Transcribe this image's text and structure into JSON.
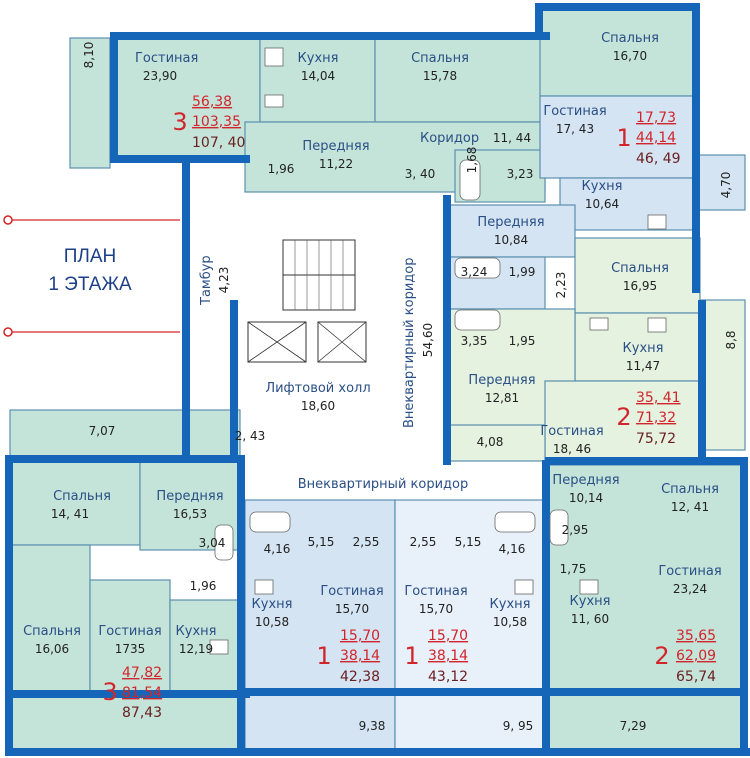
{
  "plan_title": [
    "ПЛАН",
    "1 ЭТАЖА"
  ],
  "colors": {
    "wall": "#1565b8",
    "green": "#c5e4d9",
    "blue": "#d4e4f3",
    "lightgreen": "#e4f2df",
    "corridor": "#ffffff",
    "accent": "#d2252b"
  },
  "rooms": [
    {
      "id": "a1-gost",
      "name": "Гостиная",
      "area": "23,90"
    },
    {
      "id": "a1-kuh",
      "name": "Кухня",
      "area": "14,04"
    },
    {
      "id": "a1-spal1",
      "name": "Спальня",
      "area": "15,78"
    },
    {
      "id": "a1-spal2",
      "name": "Спальня",
      "area": "16,70"
    },
    {
      "id": "a1-pered",
      "name": "Передняя",
      "area": "11,22"
    },
    {
      "id": "a1-kor",
      "name": "Коридор",
      "area": "11, 44"
    },
    {
      "id": "a2-gost",
      "name": "Гостиная",
      "area": "17, 43"
    },
    {
      "id": "a2-kuh",
      "name": "Кухня",
      "area": "10,64"
    },
    {
      "id": "a2-pered",
      "name": "Передняя",
      "area": "10,84"
    },
    {
      "id": "a3-spal",
      "name": "Спальня",
      "area": "16,95"
    },
    {
      "id": "a3-kuh",
      "name": "Кухня",
      "area": "11,47"
    },
    {
      "id": "a3-pered",
      "name": "Передняя",
      "area": "12,81"
    },
    {
      "id": "a3-gost",
      "name": "Гостиная",
      "area": "18, 46"
    },
    {
      "id": "tambur",
      "name": "Тамбур",
      "area": "4,23"
    },
    {
      "id": "lift",
      "name": "Лифтовой холл",
      "area": "18,60"
    },
    {
      "id": "vk-vert",
      "name": "Внеквартирный коридор",
      "area": "54,60"
    },
    {
      "id": "vk-horiz",
      "name": "Внеквартирный коридор",
      "area": ""
    },
    {
      "id": "a4-spal1",
      "name": "Спальня",
      "area": "14, 41"
    },
    {
      "id": "a4-pered",
      "name": "Передняя",
      "area": "16,53"
    },
    {
      "id": "a4-spal2",
      "name": "Спальня",
      "area": "16,06"
    },
    {
      "id": "a4-gost",
      "name": "Гостиная",
      "area": "1735"
    },
    {
      "id": "a4-kuh",
      "name": "Кухня",
      "area": "12,19"
    },
    {
      "id": "a5-kuh",
      "name": "Кухня",
      "area": "10,58"
    },
    {
      "id": "a5-gost",
      "name": "Гостиная",
      "area": "15,70"
    },
    {
      "id": "a6-gost",
      "name": "Гостиная",
      "area": "15,70"
    },
    {
      "id": "a6-kuh",
      "name": "Кухня",
      "area": "10,58"
    },
    {
      "id": "a7-pered",
      "name": "Передняя",
      "area": "10,14"
    },
    {
      "id": "a7-kuh",
      "name": "Кухня",
      "area": "11, 60"
    },
    {
      "id": "a7-spal",
      "name": "Спальня",
      "area": "12, 41"
    },
    {
      "id": "a7-gost",
      "name": "Гостиная",
      "area": "23,24"
    }
  ],
  "small_areas": [
    {
      "id": "balc-a1",
      "value": "8,10"
    },
    {
      "id": "wc-a1",
      "value": "1,96"
    },
    {
      "id": "bath-a1a",
      "value": "3, 40"
    },
    {
      "id": "hall-a1",
      "value": "1,68"
    },
    {
      "id": "bath-a1b",
      "value": "3,23"
    },
    {
      "id": "balc-a2",
      "value": "4,70"
    },
    {
      "id": "bath-a2",
      "value": "3,24"
    },
    {
      "id": "wc-a2",
      "value": "1,99"
    },
    {
      "id": "col-a2",
      "value": "2,23"
    },
    {
      "id": "bath-a3",
      "value": "3,35"
    },
    {
      "id": "wc-a3",
      "value": "1,95"
    },
    {
      "id": "balc-a3",
      "value": "8,8"
    },
    {
      "id": "stor-a3",
      "value": "4,08"
    },
    {
      "id": "stor-lift",
      "value": "2, 43"
    },
    {
      "id": "balc-a4",
      "value": "7,07"
    },
    {
      "id": "bath-a4",
      "value": "3,04"
    },
    {
      "id": "wc-a4",
      "value": "1,96"
    },
    {
      "id": "bath-a5",
      "value": "4,16"
    },
    {
      "id": "hall-a5",
      "value": "5,15"
    },
    {
      "id": "wc-a5",
      "value": "2,55"
    },
    {
      "id": "wc-a6",
      "value": "2,55"
    },
    {
      "id": "hall-a6",
      "value": "5,15"
    },
    {
      "id": "bath-a6",
      "value": "4,16"
    },
    {
      "id": "bath-a7",
      "value": "2,95"
    },
    {
      "id": "wc-a7",
      "value": "1,75"
    },
    {
      "id": "balc-a5",
      "value": "9,38"
    },
    {
      "id": "balc-a6",
      "value": "9, 95"
    },
    {
      "id": "balc-a7",
      "value": "7,29"
    }
  ],
  "apartments": [
    {
      "id": "apt-1",
      "rooms": "3",
      "living": "56,38",
      "total": "103,35",
      "total_balc": "107, 40"
    },
    {
      "id": "apt-2",
      "rooms": "1",
      "living": "17,73",
      "total": "44,14",
      "total_balc": "46, 49"
    },
    {
      "id": "apt-3",
      "rooms": "2",
      "living": "35, 41",
      "total": "71,32",
      "total_balc": "75,72"
    },
    {
      "id": "apt-4",
      "rooms": "3",
      "living": "47,82",
      "total": "81,54",
      "total_balc": "87,43"
    },
    {
      "id": "apt-5",
      "rooms": "1",
      "living": "15,70",
      "total": "38,14",
      "total_balc": "42,38"
    },
    {
      "id": "apt-6",
      "rooms": "1",
      "living": "15,70",
      "total": "38,14",
      "total_balc": "43,12"
    },
    {
      "id": "apt-7",
      "rooms": "2",
      "living": "35,65",
      "total": "62,09",
      "total_balc": "65,74"
    }
  ]
}
